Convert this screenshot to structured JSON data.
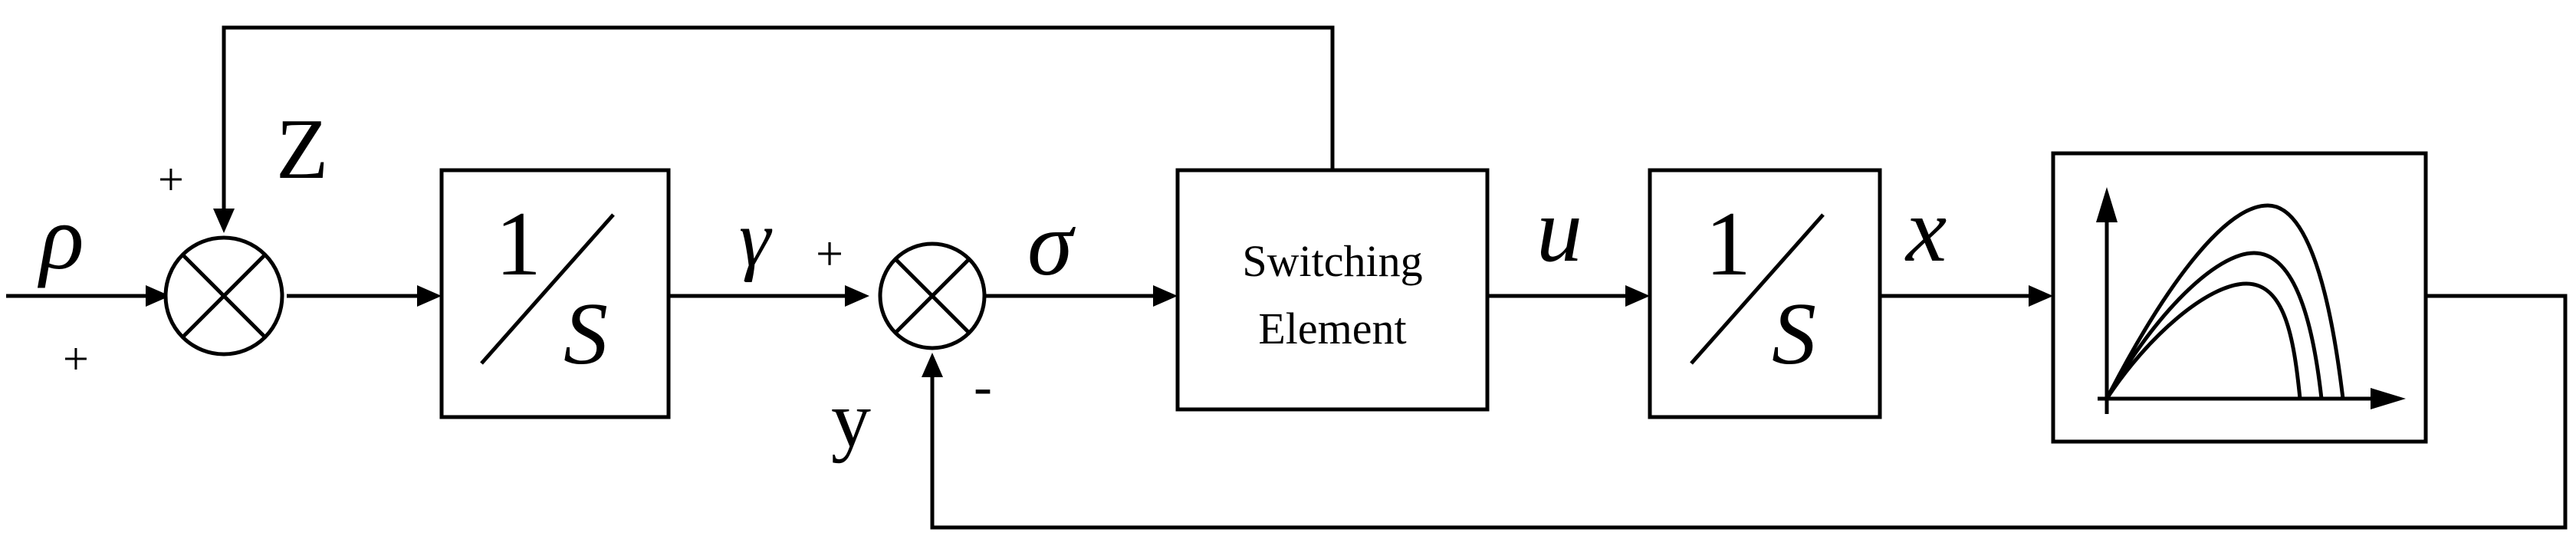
{
  "signals": {
    "rho": "ρ",
    "z": "Z",
    "gamma": "γ",
    "sigma": "σ",
    "u": "u",
    "x": "x",
    "y": "y"
  },
  "signs": {
    "rho_in": "+",
    "z_in": "+",
    "gamma_in": "+",
    "y_in": "-"
  },
  "blocks": {
    "integrator_numerator": "1",
    "integrator_denominator": "S",
    "switching_line1": "Switching",
    "switching_line2": "Element"
  }
}
